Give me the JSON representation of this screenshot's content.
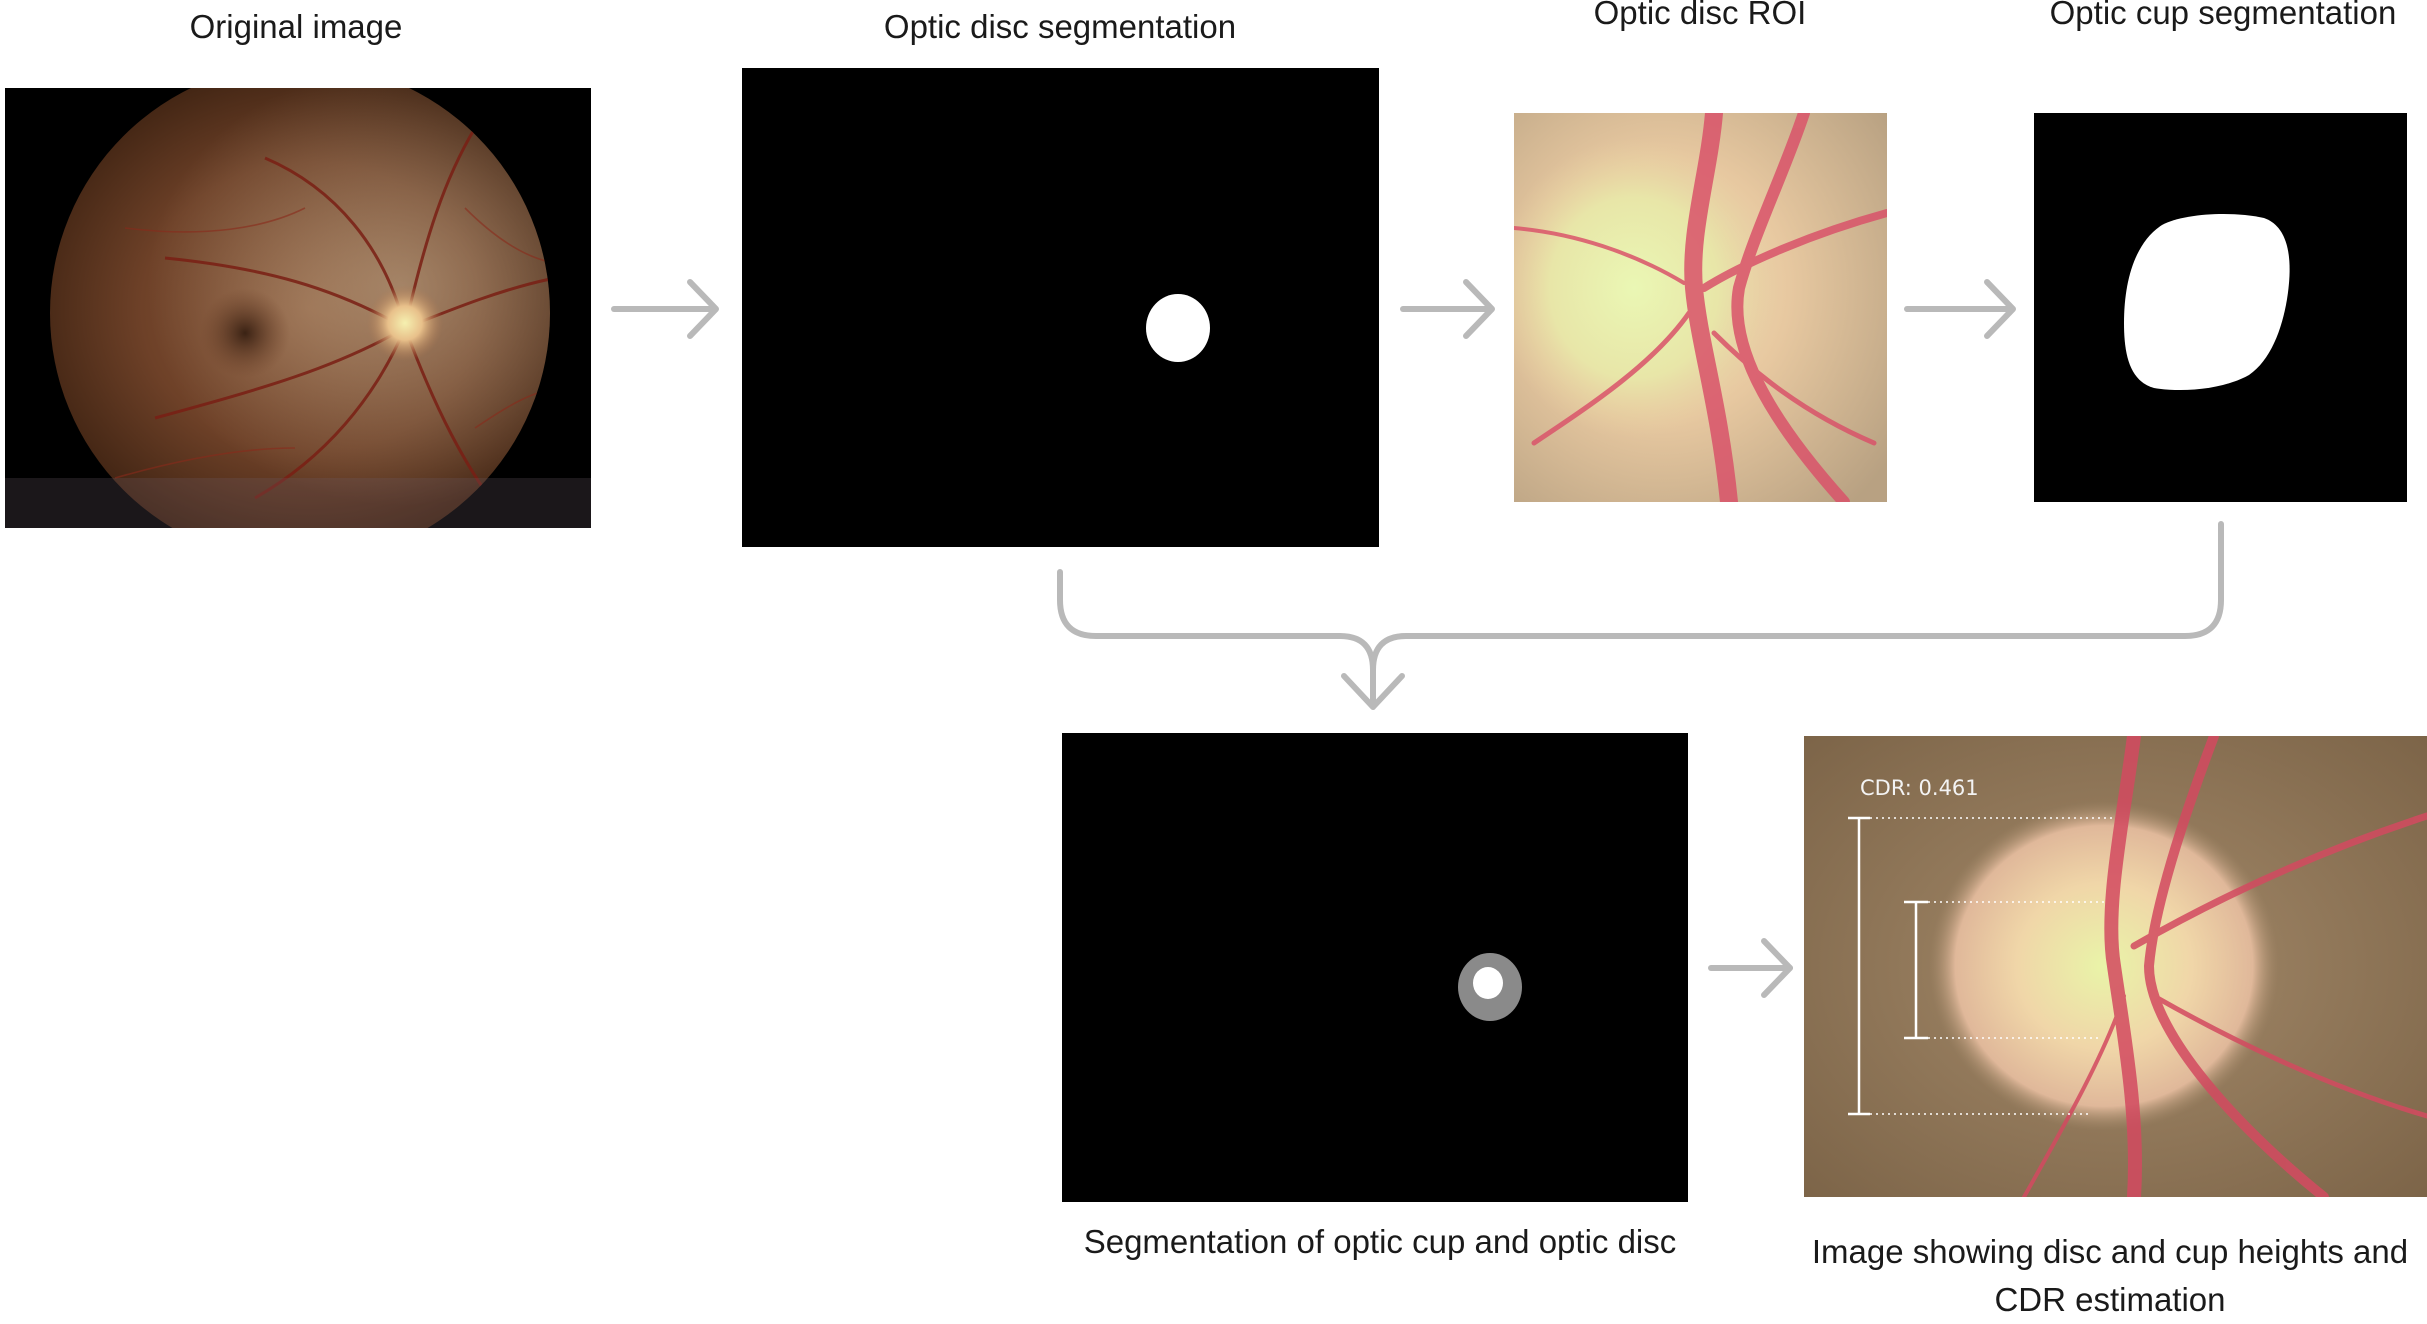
{
  "stages": {
    "original": {
      "label": "Original image"
    },
    "disc_seg": {
      "label": "Optic disc segmentation"
    },
    "disc_roi": {
      "label": "Optic disc ROI"
    },
    "cup_seg": {
      "label": "Optic cup segmentation"
    },
    "combined_seg": {
      "caption": "Segmentation of optic cup and optic disc"
    },
    "cdr_image": {
      "caption": "Image showing disc and cup heights and CDR estimation",
      "cdr_label": "CDR: 0.461"
    }
  },
  "colors": {
    "arrow": "#b9b9b9",
    "mask_bg": "#000000",
    "mask_fg": "#ffffff",
    "rim_gray": "#8a8a8a"
  }
}
